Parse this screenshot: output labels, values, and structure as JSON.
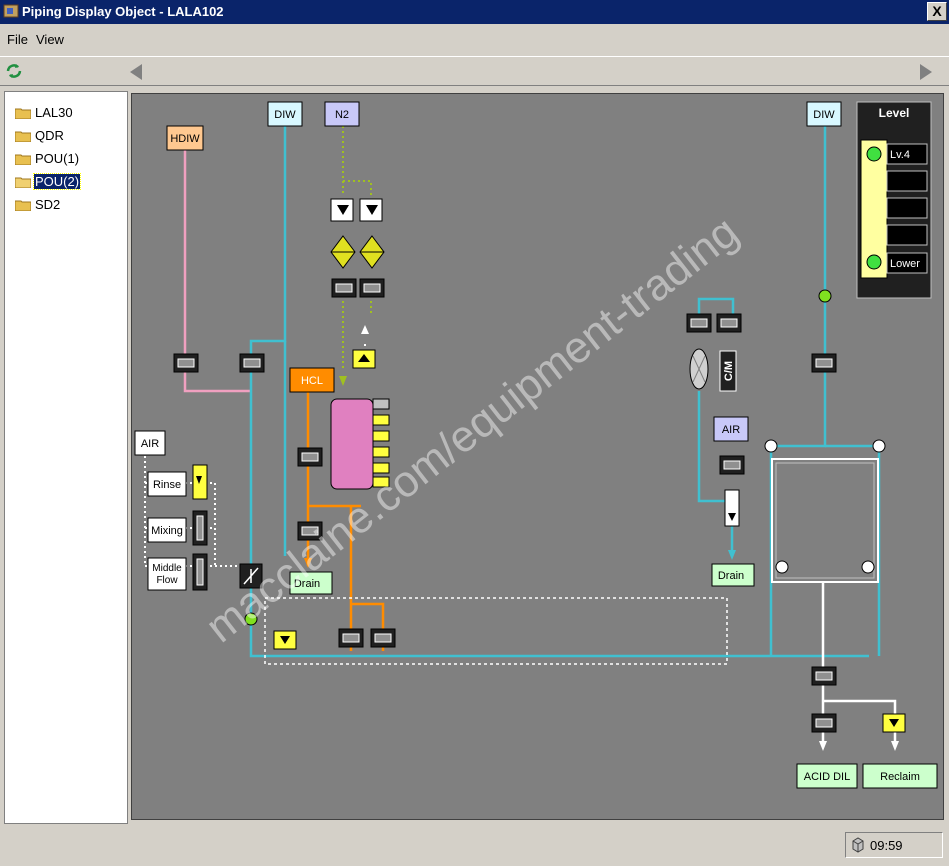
{
  "window": {
    "title": "Piping Display Object - LALA102",
    "close_glyph": "X"
  },
  "menu": {
    "file": "File",
    "view": "View"
  },
  "tree": [
    {
      "label": "LAL30",
      "selected": false
    },
    {
      "label": "QDR",
      "selected": false
    },
    {
      "label": "POU(1)",
      "selected": false
    },
    {
      "label": "POU(2)",
      "selected": true
    },
    {
      "label": "SD2",
      "selected": false
    }
  ],
  "diagram": {
    "sources": {
      "hdiw": "HDIW",
      "diw_left": "DIW",
      "n2": "N2",
      "diw_right": "DIW",
      "hcl": "HCL",
      "air_left": "AIR",
      "air_right": "AIR"
    },
    "valves": {
      "rinse": "Rinse",
      "mixing": "Mixing",
      "middle_flow": "Middle\nFlow"
    },
    "cm_label": "C/M",
    "drains": {
      "drain_left": "Drain",
      "drain_right": "Drain",
      "acid_dil": "ACID DIL",
      "reclaim": "Reclaim"
    },
    "level": {
      "title": "Level",
      "upper": "Lv.4",
      "lower": "Lower"
    },
    "colors": {
      "diw": "#40c0d0",
      "hdiw": "#f0a0c0",
      "n2": "#a0c020",
      "hcl": "#ff8c00",
      "drain_line": "#ffffff"
    }
  },
  "watermark": "macclaine.com/equipment-trading",
  "status": {
    "time": "09:59"
  },
  "icons": {
    "app": "piping-app-icon",
    "refresh": "refresh-icon",
    "back": "arrow-left-icon",
    "forward": "arrow-right-icon",
    "folder": "folder-icon",
    "server": "server-icon"
  }
}
